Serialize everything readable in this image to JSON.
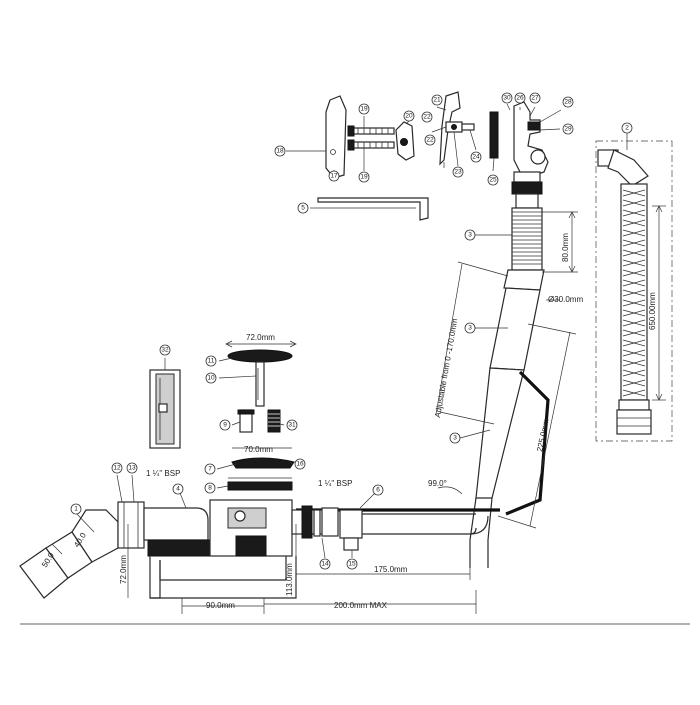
{
  "dimensions": {
    "d72": "72.0mm",
    "d70": "70.0mm",
    "bsp_left": "1 ¼\" BSP",
    "bsp_right": "1 ¼\" BSP",
    "d40": "40.0",
    "d50": "50.0",
    "d72v": "72.0mm",
    "d113": "113.0mm",
    "d90": "90.0mm",
    "d200": "200.0mm MAX",
    "d175": "175.0mm",
    "d99": "99.0°",
    "d225": "225.0mm",
    "adjustable": "Adjustable from 0 -170.0mm",
    "d80": "80.0mm",
    "d30": "Ø30.0mm",
    "d650": "650.00mm"
  },
  "callouts": [
    "1",
    "2",
    "3",
    "3",
    "3",
    "4",
    "5",
    "6",
    "7",
    "8",
    "9",
    "10",
    "11",
    "12",
    "13",
    "14",
    "15",
    "16",
    "17",
    "18",
    "19",
    "19",
    "20",
    "21",
    "22",
    "22",
    "23",
    "24",
    "25",
    "26",
    "27",
    "28",
    "29",
    "30",
    "31",
    "32"
  ]
}
